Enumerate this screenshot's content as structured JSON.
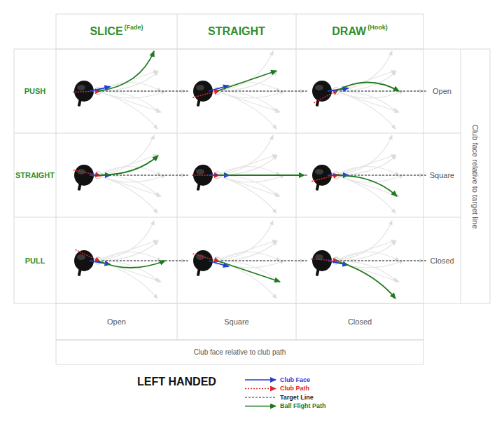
{
  "diagram": {
    "nodes": [
      {
        "text": [
          "SLICE",
          "(Fade)"
        ]
      },
      {
        "text": [
          "STRAIGHT"
        ]
      },
      {
        "text": [
          "DRAW",
          "(Hook)"
        ]
      },
      {
        "text": [
          "PUSH"
        ]
      },
      {
        "text": [
          "Open"
        ]
      },
      {
        "text": [
          "STRAIGHT"
        ]
      },
      {
        "text": [
          "Square"
        ]
      },
      {
        "text": [
          "PULL"
        ]
      },
      {
        "text": [
          "Closed"
        ]
      },
      {
        "text": [
          "Club face relative to target line"
        ]
      },
      {
        "text": [
          "Open"
        ]
      },
      {
        "text": [
          "Square"
        ]
      },
      {
        "text": [
          "Closed"
        ]
      },
      {
        "text": [
          "Club face relative to club path"
        ]
      }
    ],
    "labels": [
      "LEFT HANDED"
    ],
    "legend": [
      {
        "text": "Club Face"
      },
      {
        "text": "Club Path"
      },
      {
        "text": "Target Line"
      },
      {
        "text": "Ball Flight Path"
      }
    ]
  }
}
